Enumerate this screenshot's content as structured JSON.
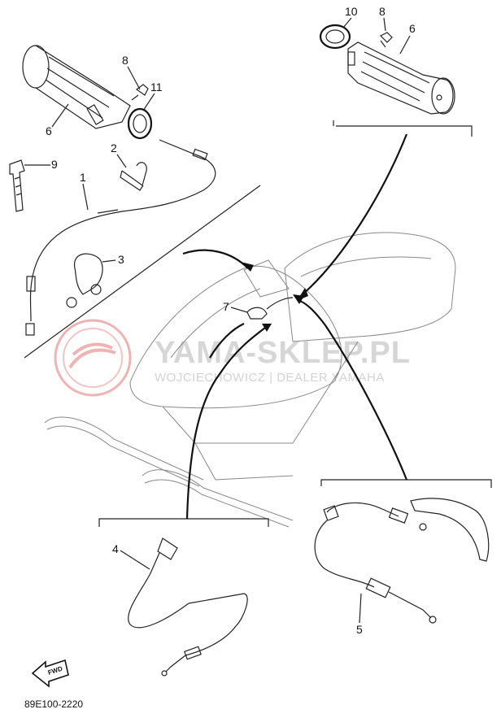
{
  "diagram": {
    "part_code": "89E100-2220",
    "callouts": [
      {
        "id": "c1",
        "label": "1"
      },
      {
        "id": "c2",
        "label": "2"
      },
      {
        "id": "c3",
        "label": "3"
      },
      {
        "id": "c4",
        "label": "4"
      },
      {
        "id": "c5",
        "label": "5"
      },
      {
        "id": "c6a",
        "label": "6"
      },
      {
        "id": "c6b",
        "label": "6"
      },
      {
        "id": "c7",
        "label": "7"
      },
      {
        "id": "c8a",
        "label": "8"
      },
      {
        "id": "c8b",
        "label": "8"
      },
      {
        "id": "c9",
        "label": "9"
      },
      {
        "id": "c10",
        "label": "10"
      },
      {
        "id": "c11",
        "label": "11"
      }
    ],
    "fwd_label": "FWD"
  },
  "watermark": {
    "title": "YAMA-SKLEP.PL",
    "subtitle": "WOJCIECHOWICZ | DEALER YAMAHA",
    "color": "#e89a9a"
  }
}
